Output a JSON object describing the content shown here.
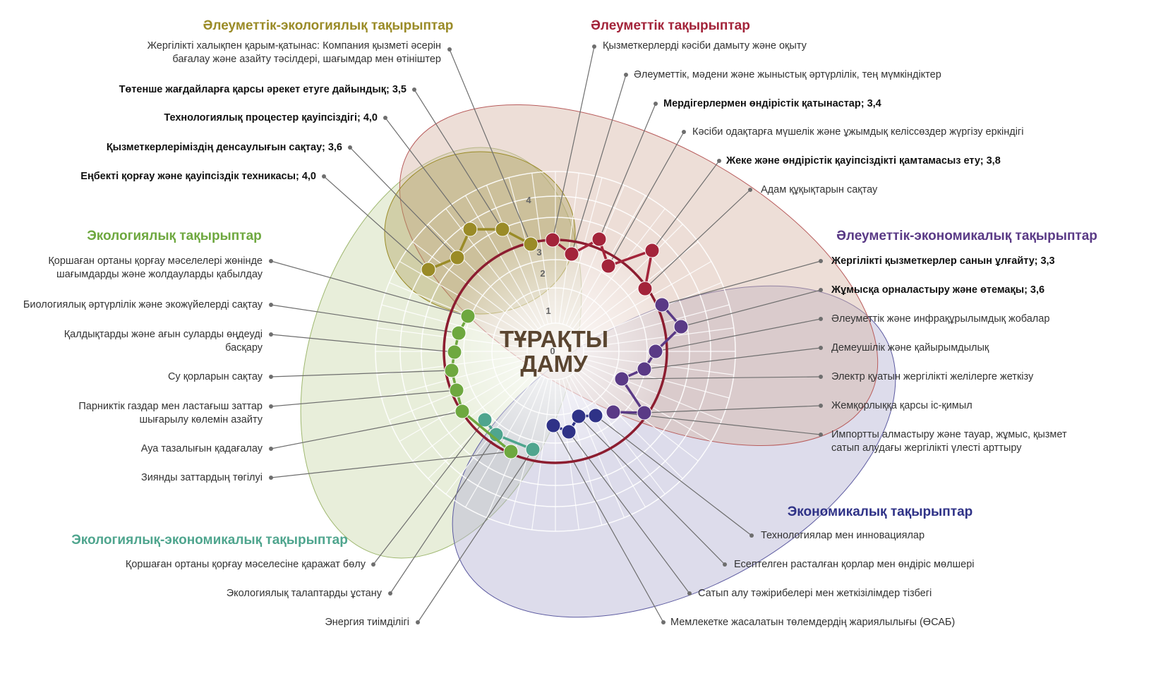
{
  "center": {
    "line1": "ТҰРАҚТЫ",
    "line2": "ДАМУ"
  },
  "scale_ticks": [
    "0",
    "1",
    "2",
    "3",
    "4"
  ],
  "groups": [
    {
      "id": "socio-eco",
      "title": "Әлеуметтік-экологиялық тақырыптар",
      "color": "#9a8b27"
    },
    {
      "id": "social",
      "title": "Әлеуметтік тақырыптар",
      "color": "#a3243a"
    },
    {
      "id": "socio-econ",
      "title": "Әлеуметтік-экономикалық тақырыптар",
      "color": "#5a3a86"
    },
    {
      "id": "econ",
      "title": "Экономикалық тақырыптар",
      "color": "#2f3287"
    },
    {
      "id": "eco-econ",
      "title": "Экологиялық-экономикалық тақырыптар",
      "color": "#4fa58e"
    },
    {
      "id": "eco",
      "title": "Экологиялық тақырыптар",
      "color": "#6ea83f"
    }
  ],
  "topics": [
    {
      "group": "socio-eco",
      "lines": [
        "Жергілікті халықпен қарым-қатынас: Компания қызметі әсерін",
        "бағалау және азайту тәсілдері, шағымдар мен өтініштер"
      ],
      "bold": false
    },
    {
      "group": "socio-eco",
      "lines": [
        "Төтенше жағдайларға қарсы әрекет етуге дайындық; 3,5"
      ],
      "bold": true
    },
    {
      "group": "socio-eco",
      "lines": [
        "Технологиялық процестер қауіпсіздігі; 4,0"
      ],
      "bold": true
    },
    {
      "group": "socio-eco",
      "lines": [
        "Қызметкерлеріміздің денсаулығын сақтау; 3,6"
      ],
      "bold": true
    },
    {
      "group": "socio-eco",
      "lines": [
        "Еңбекті қорғау және қауіпсіздік техникасы; 4,0"
      ],
      "bold": true
    },
    {
      "group": "social",
      "lines": [
        "Қызметкерлерді кәсіби дамыту және оқыту"
      ],
      "bold": false
    },
    {
      "group": "social",
      "lines": [
        "Әлеуметтік, мәдени және жыныстық әртүрлілік, тең мүмкіндіктер"
      ],
      "bold": false
    },
    {
      "group": "social",
      "lines": [
        "Мердігерлермен өндірістік қатынастар; 3,4"
      ],
      "bold": true
    },
    {
      "group": "social",
      "lines": [
        "Кәсіби одақтарға мүшелік және ұжымдық келіссөздер жүргізу еркіндігі"
      ],
      "bold": false
    },
    {
      "group": "social",
      "lines": [
        "Жеке және өндірістік қауіпсіздікті қамтамасыз ету; 3,8"
      ],
      "bold": true
    },
    {
      "group": "social",
      "lines": [
        "Адам құқықтарын сақтау"
      ],
      "bold": false
    },
    {
      "group": "socio-econ",
      "lines": [
        "Жергілікті қызметкерлер санын ұлғайту; 3,3"
      ],
      "bold": true
    },
    {
      "group": "socio-econ",
      "lines": [
        "Жұмысқа орналастыру және өтемақы; 3,6"
      ],
      "bold": true
    },
    {
      "group": "socio-econ",
      "lines": [
        "Әлеуметтік және инфрақұрылымдық жобалар"
      ],
      "bold": false
    },
    {
      "group": "socio-econ",
      "lines": [
        "Демеушілік және қайырымдылық"
      ],
      "bold": false
    },
    {
      "group": "socio-econ",
      "lines": [
        "Электр қуатын жергілікті желілерге жеткізу"
      ],
      "bold": false
    },
    {
      "group": "socio-econ",
      "lines": [
        "Жемқорлыққа қарсы іс-қимыл"
      ],
      "bold": false
    },
    {
      "group": "socio-econ",
      "lines": [
        "Импортты алмастыру және тауар, жұмыс, қызмет",
        "сатып алудағы жергілікті үлесті арттыру"
      ],
      "bold": false
    },
    {
      "group": "econ",
      "lines": [
        "Технологиялар мен инновациялар"
      ],
      "bold": false
    },
    {
      "group": "econ",
      "lines": [
        "Есептелген расталған қорлар мен өндіріс мөлшері"
      ],
      "bold": false
    },
    {
      "group": "econ",
      "lines": [
        "Сатып алу тәжірибелері мен жеткізілімдер тізбегі"
      ],
      "bold": false
    },
    {
      "group": "econ",
      "lines": [
        "Мемлекетке жасалатын төлемдердің жариялылығы (ӨСАБ)"
      ],
      "bold": false
    },
    {
      "group": "eco-econ",
      "lines": [
        "Қоршаған ортаны қорғау мәселесіне қаражат бөлу"
      ],
      "bold": false
    },
    {
      "group": "eco-econ",
      "lines": [
        "Экологиялық талаптарды ұстану"
      ],
      "bold": false
    },
    {
      "group": "eco-econ",
      "lines": [
        "Энергия тиімділігі"
      ],
      "bold": false
    },
    {
      "group": "eco",
      "lines": [
        "Қоршаған ортаны қорғау мәселелері жөнінде",
        "шағымдарды және жолдауларды қабылдау"
      ],
      "bold": false
    },
    {
      "group": "eco",
      "lines": [
        "Биологиялық әртүрлілік және экожүйелерді сақтау"
      ],
      "bold": false
    },
    {
      "group": "eco",
      "lines": [
        "Қалдықтарды және ағын суларды өңдеуді",
        "басқару"
      ],
      "bold": false
    },
    {
      "group": "eco",
      "lines": [
        "Су қорларын сақтау"
      ],
      "bold": false
    },
    {
      "group": "eco",
      "lines": [
        "Парниктік газдар мен ластағыш заттар",
        "шығарылу көлемін азайту"
      ],
      "bold": false
    },
    {
      "group": "eco",
      "lines": [
        "Ауа тазалығын қадағалау"
      ],
      "bold": false
    },
    {
      "group": "eco",
      "lines": [
        "Зиянды заттардың төгілуі"
      ],
      "bold": false
    }
  ]
}
